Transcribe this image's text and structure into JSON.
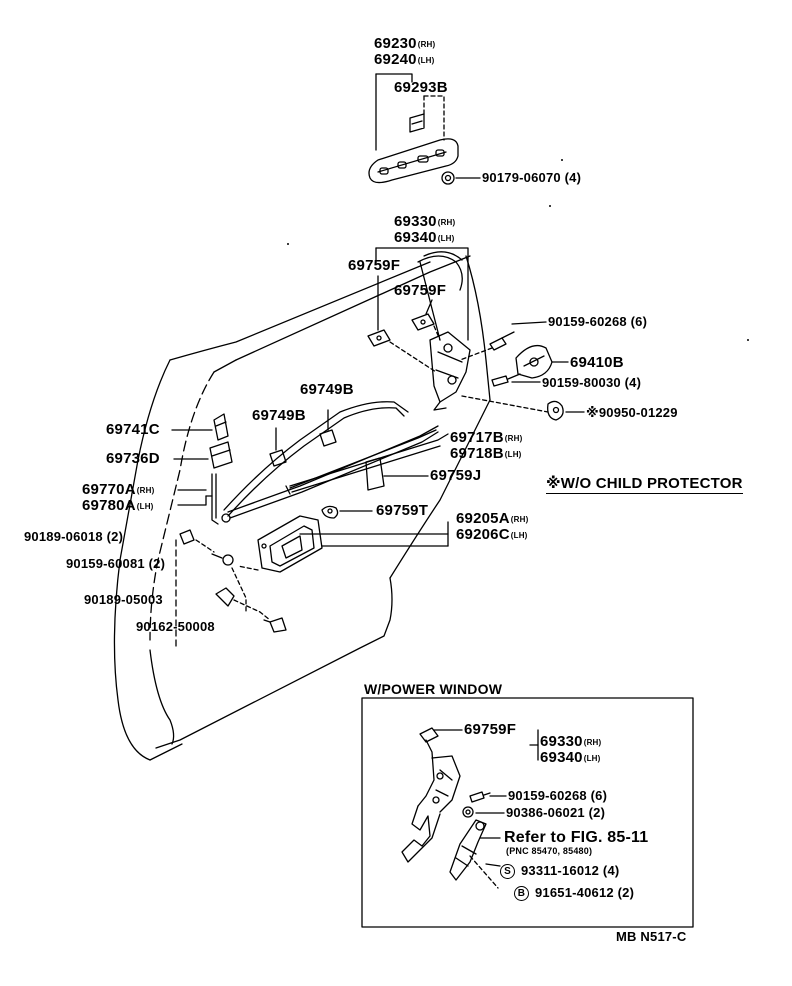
{
  "labels": {
    "p69230": "69230",
    "p69230_side": "(RH)",
    "p69240": "69240",
    "p69240_side": "(LH)",
    "p69293B": "69293B",
    "p90179": "90179-06070 (4)",
    "p69330": "69330",
    "p69330_side": "(RH)",
    "p69340": "69340",
    "p69340_side": "(LH)",
    "p69759F_a": "69759F",
    "p69759F_b": "69759F",
    "p90159_60268": "90159-60268 (6)",
    "p69410B": "69410B",
    "p90159_80030": "90159-80030 (4)",
    "p90950": "※90950-01229",
    "p69749B_a": "69749B",
    "p69749B_b": "69749B",
    "p69741C": "69741C",
    "p69717B": "69717B",
    "p69717B_side": "(RH)",
    "p69718B": "69718B",
    "p69718B_side": "(LH)",
    "p69736D": "69736D",
    "p69759J": "69759J",
    "child_note": "※W/O CHILD PROTECTOR",
    "p69770A": "69770A",
    "p69770A_side": "(RH)",
    "p69780A": "69780A",
    "p69780A_side": "(LH)",
    "p69759T": "69759T",
    "p69205A": "69205A",
    "p69205A_side": "(RH)",
    "p69206C": "69206C",
    "p69206C_side": "(LH)",
    "p90189_06018": "90189-06018 (2)",
    "p90159_60081": "90159-60081 (2)",
    "p90189_05003": "90189-05003",
    "p90162_50008": "90162-50008"
  },
  "power_window": {
    "title": "W/POWER WINDOW",
    "p69759F": "69759F",
    "p69330": "69330",
    "p69330_side": "(RH)",
    "p69340": "69340",
    "p69340_side": "(LH)",
    "p90159_60268": "90159-60268 (6)",
    "p90386": "90386-06021 (2)",
    "refer": "Refer to FIG. 85-11",
    "pnc": "(PNC 85470, 85480)",
    "s_symbol": "S",
    "p93311": "93311-16012 (4)",
    "b_symbol": "B",
    "p91651": "91651-40612 (2)"
  },
  "figure_code": "MB N517-C"
}
